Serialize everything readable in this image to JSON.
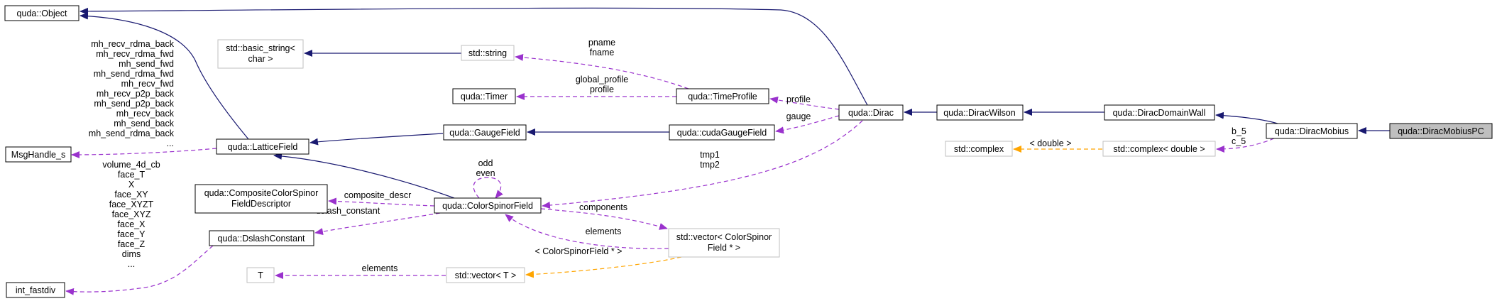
{
  "colors": {
    "inheritance_edge": "#191970",
    "usage_edge": "#9a32cd",
    "template_edge": "#ffa500",
    "highlight_fill": "#bfbfbf",
    "external_border": "#bfbfbf"
  },
  "nodes": {
    "quda_object": [
      "quda::Object"
    ],
    "std_basic_string": [
      "std::basic_string<",
      "char >"
    ],
    "std_string": [
      "std::string"
    ],
    "quda_timer": [
      "quda::Timer"
    ],
    "quda_timeprofile": [
      "quda::TimeProfile"
    ],
    "msghandle_s": [
      "MsgHandle_s"
    ],
    "quda_latticefield": [
      "quda::LatticeField"
    ],
    "quda_gaugefield": [
      "quda::GaugeField"
    ],
    "quda_cudagaugefield": [
      "quda::cudaGaugeField"
    ],
    "quda_dirac": [
      "quda::Dirac"
    ],
    "quda_diracwilson": [
      "quda::DiracWilson"
    ],
    "quda_diracdomainwall": [
      "quda::DiracDomainWall"
    ],
    "quda_diracmobius": [
      "quda::DiracMobius"
    ],
    "quda_diracmobiuspc": [
      "quda::DiracMobiusPC"
    ],
    "std_complex": [
      "std::complex"
    ],
    "std_complex_double": [
      "std::complex< double >"
    ],
    "quda_compositecolorspinor": [
      "quda::CompositeColorSpinor",
      "FieldDescriptor"
    ],
    "quda_colorspinorfield": [
      "quda::ColorSpinorField"
    ],
    "quda_dslashconstant": [
      "quda::DslashConstant"
    ],
    "std_vector_colorspinor": [
      "std::vector< ColorSpinor",
      "Field * >"
    ],
    "int_fastdiv": [
      "int_fastdiv"
    ],
    "t_param": [
      "T"
    ],
    "std_vector_t": [
      "std::vector< T >"
    ]
  },
  "edge_labels": {
    "msghandle": [
      "mh_recv_rdma_back",
      "mh_recv_rdma_fwd",
      "mh_send_fwd",
      "mh_send_rdma_fwd",
      "mh_recv_fwd",
      "mh_recv_p2p_back",
      "mh_send_p2p_back",
      "mh_recv_back",
      "mh_send_back",
      "mh_send_rdma_back",
      "..."
    ],
    "fastdiv": [
      "volume_4d_cb",
      "face_T",
      "X",
      "face_XY",
      "face_XYZT",
      "face_XYZ",
      "face_X",
      "face_Y",
      "face_Z",
      "dims",
      "..."
    ],
    "string": [
      "pname",
      "fname"
    ],
    "timer": [
      "global_profile",
      "profile"
    ],
    "profile": [
      "profile"
    ],
    "gauge": [
      "gauge"
    ],
    "tmp": [
      "tmp1",
      "tmp2"
    ],
    "self": [
      "odd",
      "even"
    ],
    "composite": [
      "composite_descr"
    ],
    "dslash": [
      "dslash_constant"
    ],
    "components": [
      "components"
    ],
    "elements_csf": [
      "elements"
    ],
    "vector_tmpl": [
      "< ColorSpinorField * >"
    ],
    "elements_t": [
      "elements"
    ],
    "double_tmpl": [
      "< double >"
    ],
    "b5c5": [
      "b_5",
      "c_5"
    ]
  }
}
